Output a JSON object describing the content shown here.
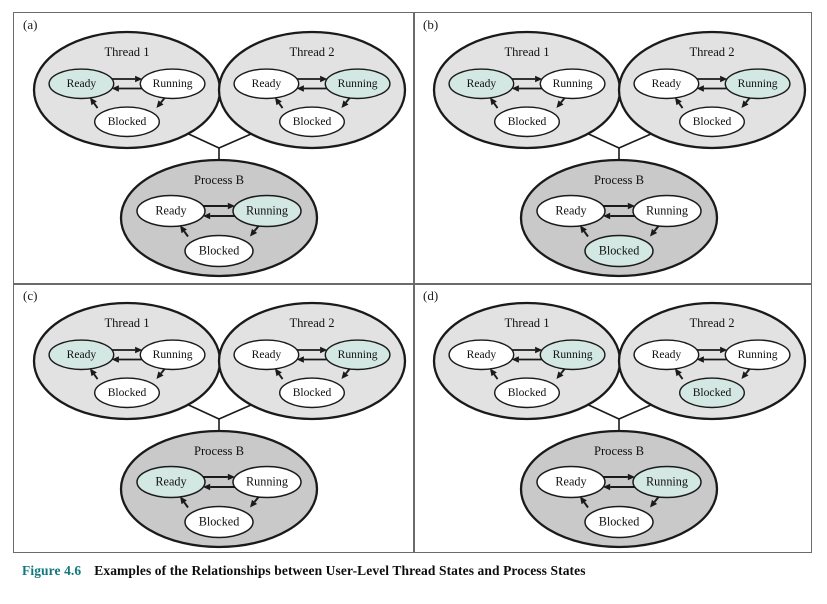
{
  "figure": {
    "caption_number": "Figure 4.6",
    "caption_text": "Examples of the Relationships between User-Level Thread States and Process States"
  },
  "colors": {
    "thread_container_fill": "#e2e2e2",
    "process_container_fill": "#c9c9c9",
    "state_fill_default": "#ffffff",
    "state_fill_highlight": "#d3e8e3",
    "outline": "#1a1a1a",
    "panel_border": "#6b6b6b",
    "caption_number_color": "#11787d",
    "caption_text_color": "#0d0d0d"
  },
  "labels": {
    "thread1": "Thread 1",
    "thread2": "Thread 2",
    "process": "Process B",
    "state_ready": "Ready",
    "state_running": "Running",
    "state_blocked": "Blocked"
  },
  "panels": [
    {
      "id": "a",
      "label": "(a)",
      "thread1": {
        "title": "Thread 1",
        "highlight": "Ready"
      },
      "thread2": {
        "title": "Thread 2",
        "highlight": "Running"
      },
      "process": {
        "title": "Process B",
        "highlight": "Running"
      }
    },
    {
      "id": "b",
      "label": "(b)",
      "thread1": {
        "title": "Thread 1",
        "highlight": "Ready"
      },
      "thread2": {
        "title": "Thread 2",
        "highlight": "Running"
      },
      "process": {
        "title": "Process B",
        "highlight": "Blocked"
      }
    },
    {
      "id": "c",
      "label": "(c)",
      "thread1": {
        "title": "Thread 1",
        "highlight": "Ready"
      },
      "thread2": {
        "title": "Thread 2",
        "highlight": "Running"
      },
      "process": {
        "title": "Process B",
        "highlight": "Ready"
      }
    },
    {
      "id": "d",
      "label": "(d)",
      "thread1": {
        "title": "Thread 1",
        "highlight": "Running"
      },
      "thread2": {
        "title": "Thread 2",
        "highlight": "Blocked"
      },
      "process": {
        "title": "Process B",
        "highlight": "Running"
      }
    }
  ],
  "transitions": [
    {
      "from": "Ready",
      "to": "Running"
    },
    {
      "from": "Running",
      "to": "Ready"
    },
    {
      "from": "Running",
      "to": "Blocked"
    },
    {
      "from": "Blocked",
      "to": "Ready"
    }
  ]
}
